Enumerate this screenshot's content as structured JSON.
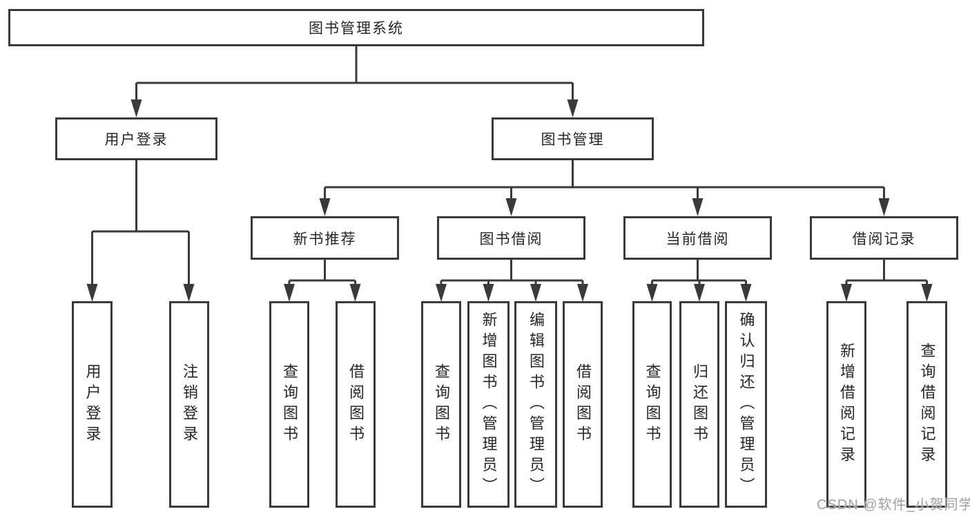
{
  "title": "图书管理系统",
  "watermark": "CSDN @软件_小贺同学",
  "colors": {
    "line": "#3a3a3a",
    "text": "#262626",
    "box_background": "#ffffff",
    "watermark": "#9f9f9f"
  },
  "tree": {
    "label": "图书管理系统",
    "children": [
      {
        "label": "用户登录",
        "children": [
          {
            "label": "用户登录"
          },
          {
            "label": "注销登录"
          }
        ]
      },
      {
        "label": "图书管理",
        "children": [
          {
            "label": "新书推荐",
            "children": [
              {
                "label": "查询图书"
              },
              {
                "label": "借阅图书"
              }
            ]
          },
          {
            "label": "图书借阅",
            "children": [
              {
                "label": "查询图书"
              },
              {
                "label": "新增图书（管理员）"
              },
              {
                "label": "编辑图书（管理员）"
              },
              {
                "label": "借阅图书"
              }
            ]
          },
          {
            "label": "当前借阅",
            "children": [
              {
                "label": "查询图书"
              },
              {
                "label": "归还图书"
              },
              {
                "label": "确认归还（管理员）"
              }
            ]
          },
          {
            "label": "借阅记录",
            "children": [
              {
                "label": "新增借阅记录"
              },
              {
                "label": "查询借阅记录"
              }
            ]
          }
        ]
      }
    ]
  }
}
